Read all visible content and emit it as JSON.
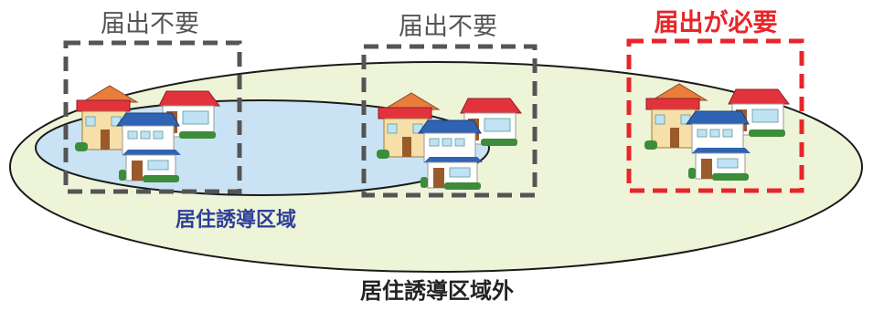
{
  "outer_area": {
    "label": "居住誘導区域外",
    "fill": "#eef4d8",
    "stroke": "#1a1a1a"
  },
  "inner_area": {
    "label": "居住誘導区域",
    "fill": "#c9e3f4",
    "stroke": "#1a1a1a",
    "label_color": "#2e3f9a"
  },
  "boxes": [
    {
      "label": "届出不要",
      "stroke": "#555555",
      "text_color": "#555555"
    },
    {
      "label": "届出不要",
      "stroke": "#555555",
      "text_color": "#555555"
    },
    {
      "label": "届出が必要",
      "stroke": "#e8252a",
      "text_color": "#e8252a"
    }
  ],
  "house_colors": {
    "wall_cream": "#f6dfa9",
    "wall_white": "#ffffff",
    "roof_red": "#e2333d",
    "roof_blue": "#2f63b4",
    "roof_orange": "#e87d3c",
    "window": "#bfe3f5",
    "door": "#9a5a2a",
    "hedge": "#3c8c3a"
  }
}
